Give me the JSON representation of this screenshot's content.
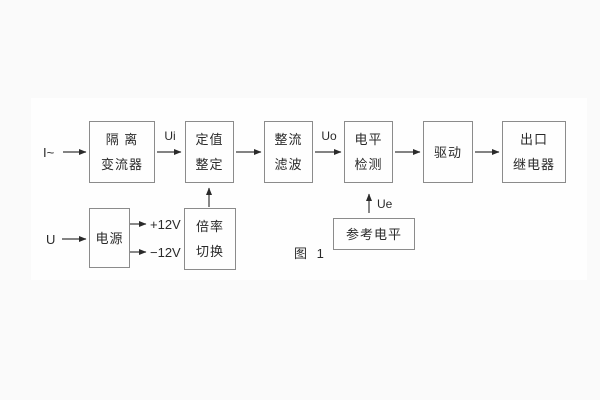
{
  "figure": {
    "caption": "图 1",
    "colors": {
      "background_outer": "#fafafa",
      "background_panel": "#fefefe",
      "box_border": "#8b8b8b",
      "line": "#3a3a3a",
      "text": "#2a2a2a"
    }
  },
  "inputs": {
    "current": "I~",
    "voltage": "U"
  },
  "signals": {
    "ui": "Ui",
    "uo": "Uo",
    "ue": "Ue",
    "plus12v": "+12V",
    "minus12v": "−12V"
  },
  "blocks": {
    "isolation_transformer": {
      "line1": "隔 离",
      "line2": "变流器"
    },
    "setting_adjust": {
      "line1": "定值",
      "line2": "整定"
    },
    "rectifier_filter": {
      "line1": "整流",
      "line2": "滤波"
    },
    "level_detect": {
      "line1": "电平",
      "line2": "检测"
    },
    "drive": {
      "line1": "驱动"
    },
    "output_relay": {
      "line1": "出口",
      "line2": "继电器"
    },
    "power_supply": {
      "line1": "电源"
    },
    "ratio_switch": {
      "line1": "倍率",
      "line2": "切换"
    },
    "reference_level": {
      "line1": "参考电平"
    }
  }
}
